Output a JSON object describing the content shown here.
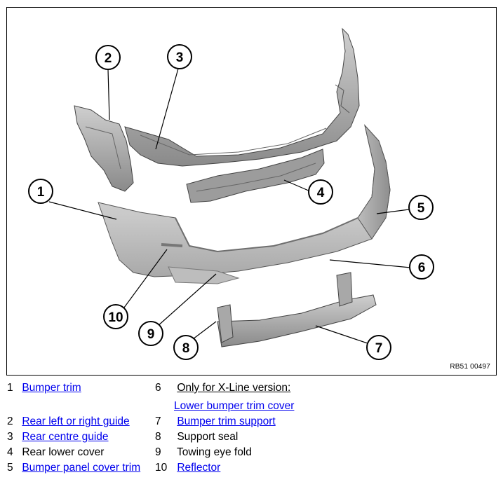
{
  "figure_ref": "RB51 00497",
  "callouts": [
    "1",
    "2",
    "3",
    "4",
    "5",
    "6",
    "7",
    "8",
    "9",
    "10"
  ],
  "legend": {
    "items": [
      {
        "num": "1",
        "label": "Bumper trim",
        "link": true
      },
      {
        "num": "2",
        "label": "Rear left or right guide",
        "link": true
      },
      {
        "num": "3",
        "label": "Rear centre guide",
        "link": true
      },
      {
        "num": "4",
        "label": "Rear lower cover",
        "link": false
      },
      {
        "num": "5",
        "label": "Bumper panel cover trim",
        "link": true
      },
      {
        "num": "6",
        "label": "Only for X-Line version:",
        "sublabel": "Lower bumper trim cover",
        "link": true
      },
      {
        "num": "7",
        "label": "Bumper trim support",
        "link": true
      },
      {
        "num": "8",
        "label": "Support seal",
        "link": false
      },
      {
        "num": "9",
        "label": "Towing eye fold",
        "link": false
      },
      {
        "num": "10",
        "label": "Reflector",
        "link": true
      }
    ]
  }
}
